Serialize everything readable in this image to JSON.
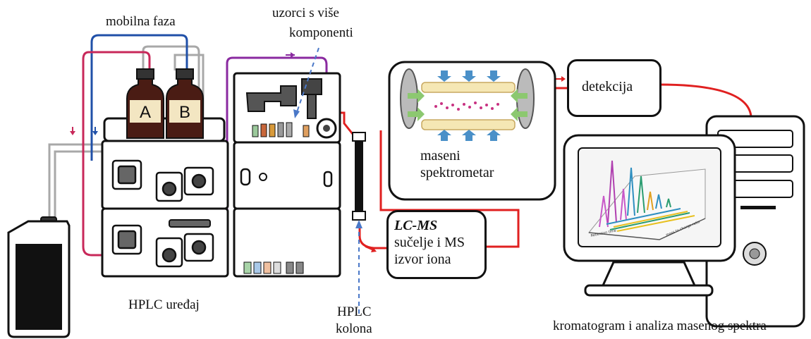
{
  "labels": {
    "mobile_phase": "mobilna faza",
    "samples_line1": "uzorci s više",
    "samples_line2": "komponenti",
    "hplc_device": "HPLC uređaj",
    "hplc_column_line1": "HPLC",
    "hplc_column_line2": "kolona",
    "ms_line1": "maseni",
    "ms_line2": "spektrometar",
    "detection": "detekcija",
    "lcms_title": "LC-MS",
    "lcms_line2": "sučelje i MS",
    "lcms_line3": "izvor iona",
    "chromatogram": "kromatogram i analiza masenog spektra",
    "bottle_a": "A",
    "bottle_b": "B",
    "axis_retention": "Retention time",
    "axis_mz": "mass to charge ratio"
  },
  "colors": {
    "line_red": "#e02020",
    "line_blue": "#2050a8",
    "line_purple": "#8a2aa0",
    "line_pink": "#c8285a",
    "line_gray": "#a8a8a8",
    "bottle": "#4a1c14",
    "rod": "#f5e7b4",
    "arrow_blue": "#4a90c8",
    "arrow_green": "#8cc870"
  }
}
